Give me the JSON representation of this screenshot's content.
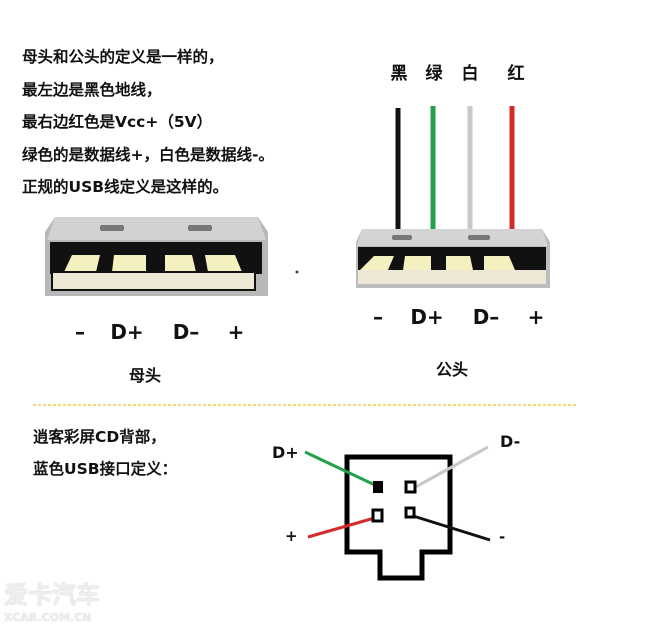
{
  "intro_lines": [
    "母头和公头的定义是一样的，",
    "最左边是黑色地线，",
    "最右边红色是Vcc+（5V）",
    "绿色的是数据线+，白色是数据线-。",
    "正规的USB线定义是这样的。"
  ],
  "wire_colors_labels": [
    "黑",
    "绿",
    "白",
    "红"
  ],
  "female": {
    "pins": [
      "–",
      "D+",
      "D–",
      "+"
    ],
    "caption": "母头"
  },
  "male": {
    "pins": [
      "–",
      "D+",
      "D–",
      "+"
    ],
    "caption": "公头"
  },
  "cd_text": [
    "逍客彩屏CD背部，",
    "蓝色USB接口定义："
  ],
  "cd_pins": {
    "dplus": "D+",
    "dminus": "D-",
    "plus": "+",
    "minus": "-"
  },
  "watermark": {
    "brand": "爱卡汽车",
    "site": "XCAR.COM.CN"
  },
  "colors": {
    "black_wire": "#111111",
    "green_wire": "#22a04a",
    "white_wire": "#c8c8c8",
    "red_wire": "#d42a2a",
    "divider": "#f0d878"
  }
}
